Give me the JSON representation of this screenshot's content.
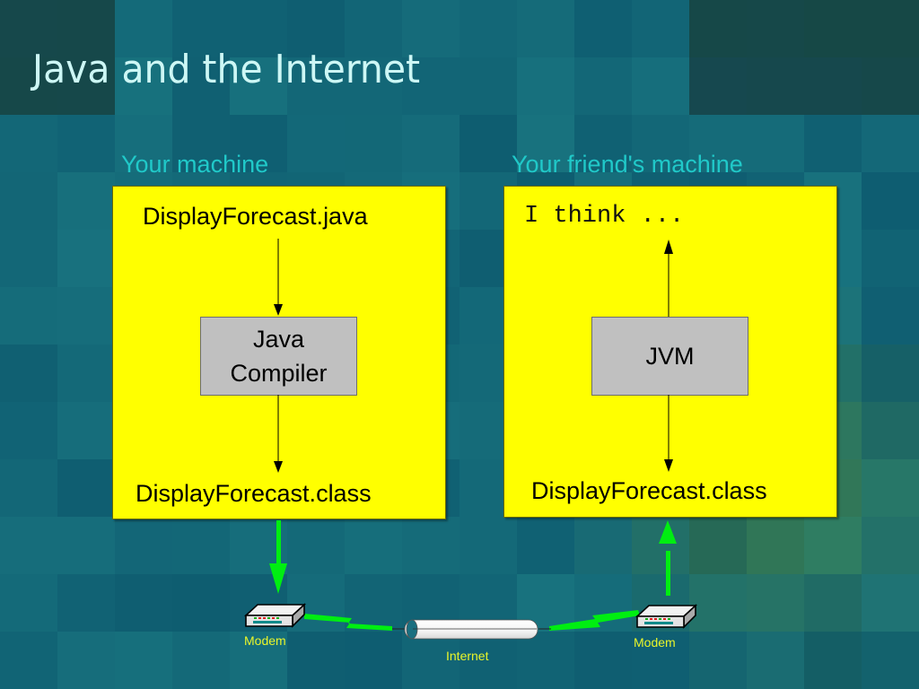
{
  "slide": {
    "title": "Java and the Internet"
  },
  "left_machine": {
    "label": "Your machine",
    "source_file": "DisplayForecast.java",
    "processor_line1": "Java",
    "processor_line2": "Compiler",
    "output_file": "DisplayForecast.class"
  },
  "right_machine": {
    "label": "Your friend's machine",
    "output_text": "I think ...",
    "processor": "JVM",
    "input_file": "DisplayForecast.class"
  },
  "network": {
    "left_modem_label": "Modem",
    "right_modem_label": "Modem",
    "internet_label": "Internet"
  },
  "colors": {
    "panel": "#ffff00",
    "processor_box": "#c0c0c0",
    "flow_arrow": "#00ee11",
    "machine_label": "#20c9c9",
    "network_label": "#e9f52a",
    "title": "#cdf7f5"
  }
}
